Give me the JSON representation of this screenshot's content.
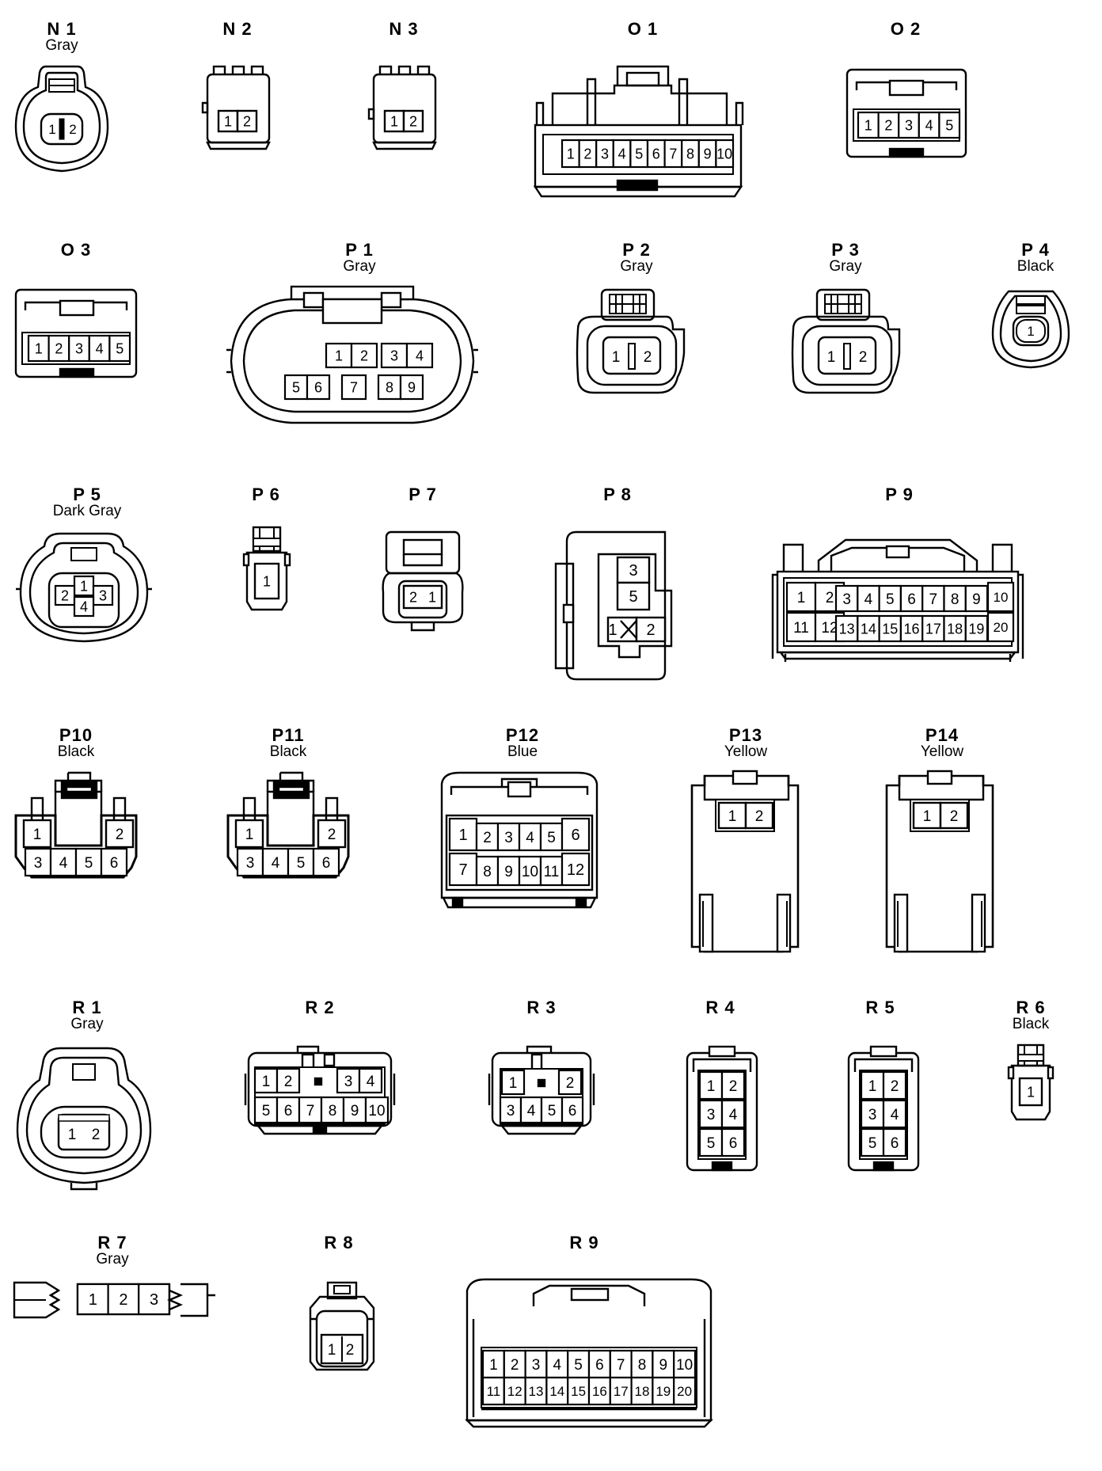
{
  "connectors": [
    {
      "id": "N 1",
      "color": "Gray",
      "pins": [
        "1",
        "2"
      ]
    },
    {
      "id": "N 2",
      "color": "",
      "pins": [
        "1",
        "2"
      ]
    },
    {
      "id": "N 3",
      "color": "",
      "pins": [
        "1",
        "2"
      ]
    },
    {
      "id": "O 1",
      "color": "",
      "pins": [
        "1",
        "2",
        "3",
        "4",
        "5",
        "6",
        "7",
        "8",
        "9",
        "10"
      ]
    },
    {
      "id": "O 2",
      "color": "",
      "pins": [
        "1",
        "2",
        "3",
        "4",
        "5"
      ]
    },
    {
      "id": "O 3",
      "color": "",
      "pins": [
        "1",
        "2",
        "3",
        "4",
        "5"
      ]
    },
    {
      "id": "P 1",
      "color": "Gray",
      "pins": [
        "1",
        "2",
        "3",
        "4",
        "5",
        "6",
        "7",
        "8",
        "9"
      ]
    },
    {
      "id": "P 2",
      "color": "Gray",
      "pins": [
        "1",
        "2"
      ]
    },
    {
      "id": "P 3",
      "color": "Gray",
      "pins": [
        "1",
        "2"
      ]
    },
    {
      "id": "P 4",
      "color": "Black",
      "pins": [
        "1"
      ]
    },
    {
      "id": "P 5",
      "color": "Dark Gray",
      "pins": [
        "1",
        "2",
        "3",
        "4"
      ]
    },
    {
      "id": "P 6",
      "color": "",
      "pins": [
        "1"
      ]
    },
    {
      "id": "P 7",
      "color": "",
      "pins": [
        "2",
        "1"
      ]
    },
    {
      "id": "P 8",
      "color": "",
      "pins": [
        "3",
        "5",
        "1",
        "2"
      ]
    },
    {
      "id": "P 9",
      "color": "",
      "pins": [
        "1",
        "2",
        "3",
        "4",
        "5",
        "6",
        "7",
        "8",
        "9",
        "10",
        "11",
        "12",
        "13",
        "14",
        "15",
        "16",
        "17",
        "18",
        "19",
        "20"
      ]
    },
    {
      "id": "P10",
      "color": "Black",
      "pins": [
        "1",
        "2",
        "3",
        "4",
        "5",
        "6"
      ]
    },
    {
      "id": "P11",
      "color": "Black",
      "pins": [
        "1",
        "2",
        "3",
        "4",
        "5",
        "6"
      ]
    },
    {
      "id": "P12",
      "color": "Blue",
      "pins": [
        "1",
        "2",
        "3",
        "4",
        "5",
        "6",
        "7",
        "8",
        "9",
        "10",
        "11",
        "12"
      ]
    },
    {
      "id": "P13",
      "color": "Yellow",
      "pins": [
        "1",
        "2"
      ]
    },
    {
      "id": "P14",
      "color": "Yellow",
      "pins": [
        "1",
        "2"
      ]
    },
    {
      "id": "R 1",
      "color": "Gray",
      "pins": [
        "1",
        "2"
      ]
    },
    {
      "id": "R 2",
      "color": "",
      "pins": [
        "1",
        "2",
        "3",
        "4",
        "5",
        "6",
        "7",
        "8",
        "9",
        "10"
      ]
    },
    {
      "id": "R 3",
      "color": "",
      "pins": [
        "1",
        "2",
        "3",
        "4",
        "5",
        "6"
      ]
    },
    {
      "id": "R 4",
      "color": "",
      "pins": [
        "1",
        "2",
        "3",
        "4",
        "5",
        "6"
      ]
    },
    {
      "id": "R 5",
      "color": "",
      "pins": [
        "1",
        "2",
        "3",
        "4",
        "5",
        "6"
      ]
    },
    {
      "id": "R 6",
      "color": "Black",
      "pins": [
        "1"
      ]
    },
    {
      "id": "R 7",
      "color": "Gray",
      "pins": [
        "1",
        "2",
        "3"
      ]
    },
    {
      "id": "R 8",
      "color": "",
      "pins": [
        "1",
        "2"
      ]
    },
    {
      "id": "R 9",
      "color": "",
      "pins": [
        "1",
        "2",
        "3",
        "4",
        "5",
        "6",
        "7",
        "8",
        "9",
        "10",
        "11",
        "12",
        "13",
        "14",
        "15",
        "16",
        "17",
        "18",
        "19",
        "20"
      ]
    }
  ]
}
